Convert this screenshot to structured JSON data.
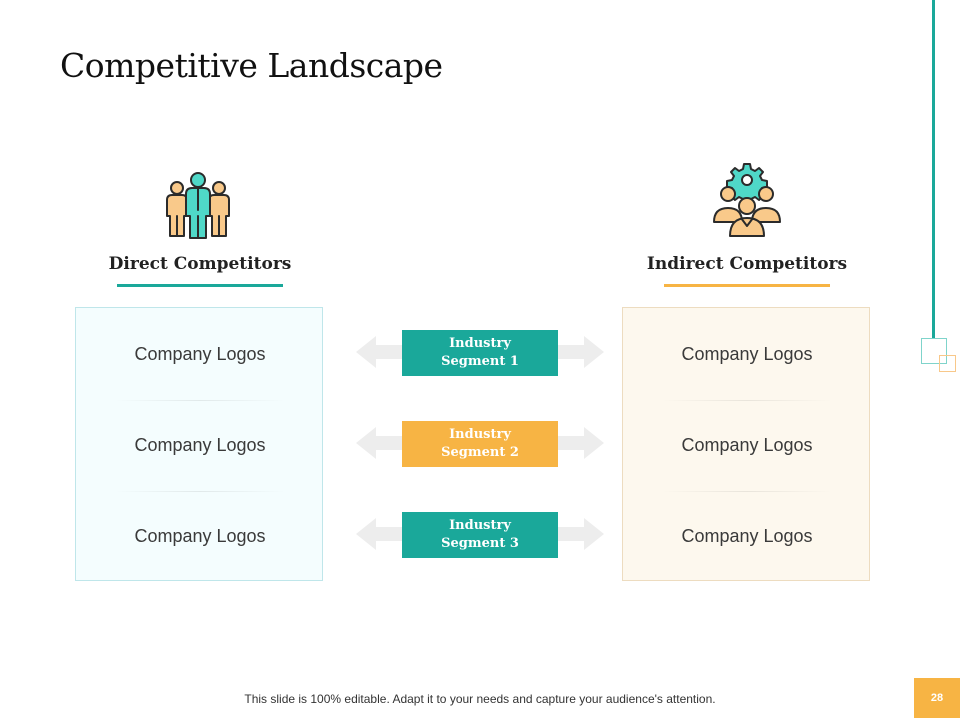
{
  "slide": {
    "title": "Competitive Landscape",
    "page_number": "28",
    "footer": "This slide is 100% editable. Adapt it to your needs and capture your audience's attention."
  },
  "colors": {
    "teal": "#1aa89a",
    "orange": "#f7b444",
    "left_panel_bg": "#f4fdfe",
    "right_panel_bg": "#fdf8ee"
  },
  "direct": {
    "heading": "Direct Competitors",
    "icon": "people-group-icon",
    "logos": [
      "Company Logos",
      "Company Logos",
      "Company Logos"
    ]
  },
  "indirect": {
    "heading": "Indirect Competitors",
    "icon": "team-gear-icon",
    "logos": [
      "Company Logos",
      "Company Logos",
      "Company Logos"
    ]
  },
  "segments": [
    {
      "label": "Industry\nSegment 1",
      "color": "#1aa89a"
    },
    {
      "label": "Industry\nSegment 2",
      "color": "#f7b444"
    },
    {
      "label": "Industry\nSegment 3",
      "color": "#1aa89a"
    }
  ]
}
